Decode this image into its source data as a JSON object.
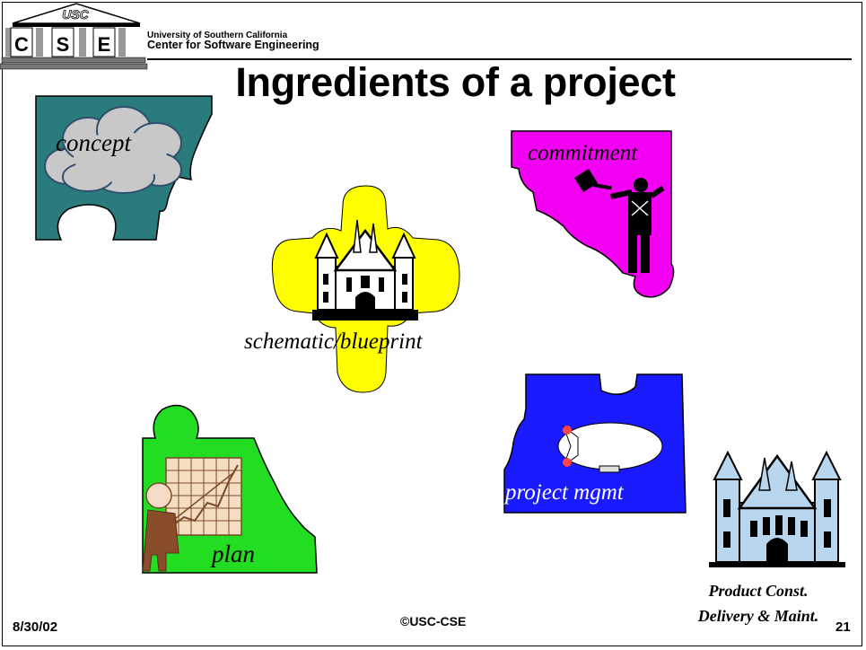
{
  "header": {
    "logo_top": "USC",
    "logo_letters": [
      "C",
      "S",
      "E"
    ],
    "org_line1": "University of Southern California",
    "org_line2": "Center for Software  Engineering"
  },
  "title": "Ingredients of a project",
  "pieces": {
    "concept": "concept",
    "commitment": "commitment",
    "schematic": "schematic/blueprint",
    "project_mgmt": "project mgmt",
    "plan": "plan"
  },
  "product_caption": [
    "Product Const.",
    "Delivery & Maint."
  ],
  "footer": {
    "date": "8/30/02",
    "copyright": "©USC-CSE",
    "page": "21"
  },
  "colors": {
    "concept_piece": "#2a7b7b",
    "commitment_piece": "#f200f2",
    "schematic_piece": "#ffff00",
    "project_mgmt_piece": "#1a1aff",
    "plan_piece": "#22dd22",
    "castle": "#b8d6ee"
  }
}
